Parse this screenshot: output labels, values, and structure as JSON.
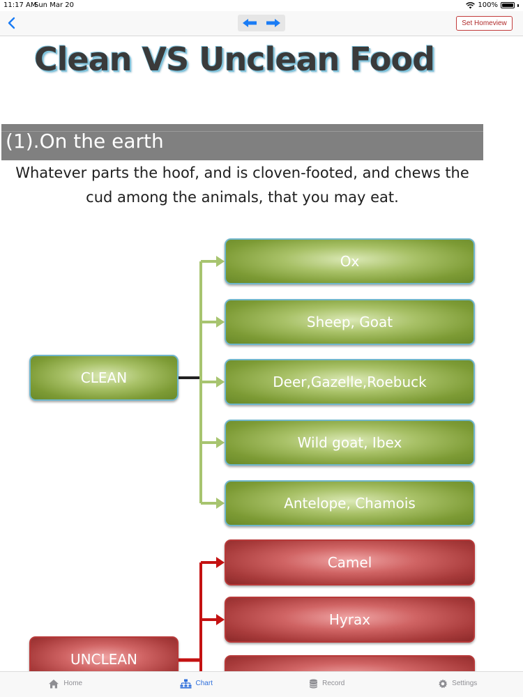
{
  "status_bar": {
    "time": "11:17 AM",
    "date": "Sun Mar 20",
    "battery": "100%",
    "icons": [
      "wifi-icon",
      "battery-icon"
    ]
  },
  "nav": {
    "back_icon": "chevron-left-icon",
    "prev_icon": "arrow-left-icon",
    "next_icon": "arrow-right-icon",
    "set_homeview": "Set Homeview"
  },
  "page": {
    "title": "Clean VS Unclean Food",
    "section_title": "(1).On the earth",
    "section_desc": "Whatever parts the hoof, and is cloven-footed, and chews the cud among the animals, that you may eat."
  },
  "diagram": {
    "clean": {
      "label": "CLEAN",
      "items": [
        "Ox",
        "Sheep, Goat",
        "Deer,Gazelle,Roebuck",
        "Wild goat, Ibex",
        "Antelope, Chamois"
      ]
    },
    "unclean": {
      "label": "UNCLEAN",
      "items": [
        "Camel",
        "Hyrax",
        ""
      ]
    }
  },
  "tabs": [
    {
      "label": "Home",
      "icon": "house-icon",
      "active": false
    },
    {
      "label": "Chart",
      "icon": "hierarchy-icon",
      "active": true
    },
    {
      "label": "Record",
      "icon": "database-icon",
      "active": false
    },
    {
      "label": "Settings",
      "icon": "gear-icon",
      "active": false
    }
  ],
  "colors": {
    "accent": "#2f6fdb",
    "clean_green": "#7d9b35",
    "clean_connector": "#a7c46f",
    "unclean_red": "#a83b3b",
    "unclean_connector": "#c41212",
    "section_bar": "#808080",
    "homeview_border": "#c23b3b"
  }
}
